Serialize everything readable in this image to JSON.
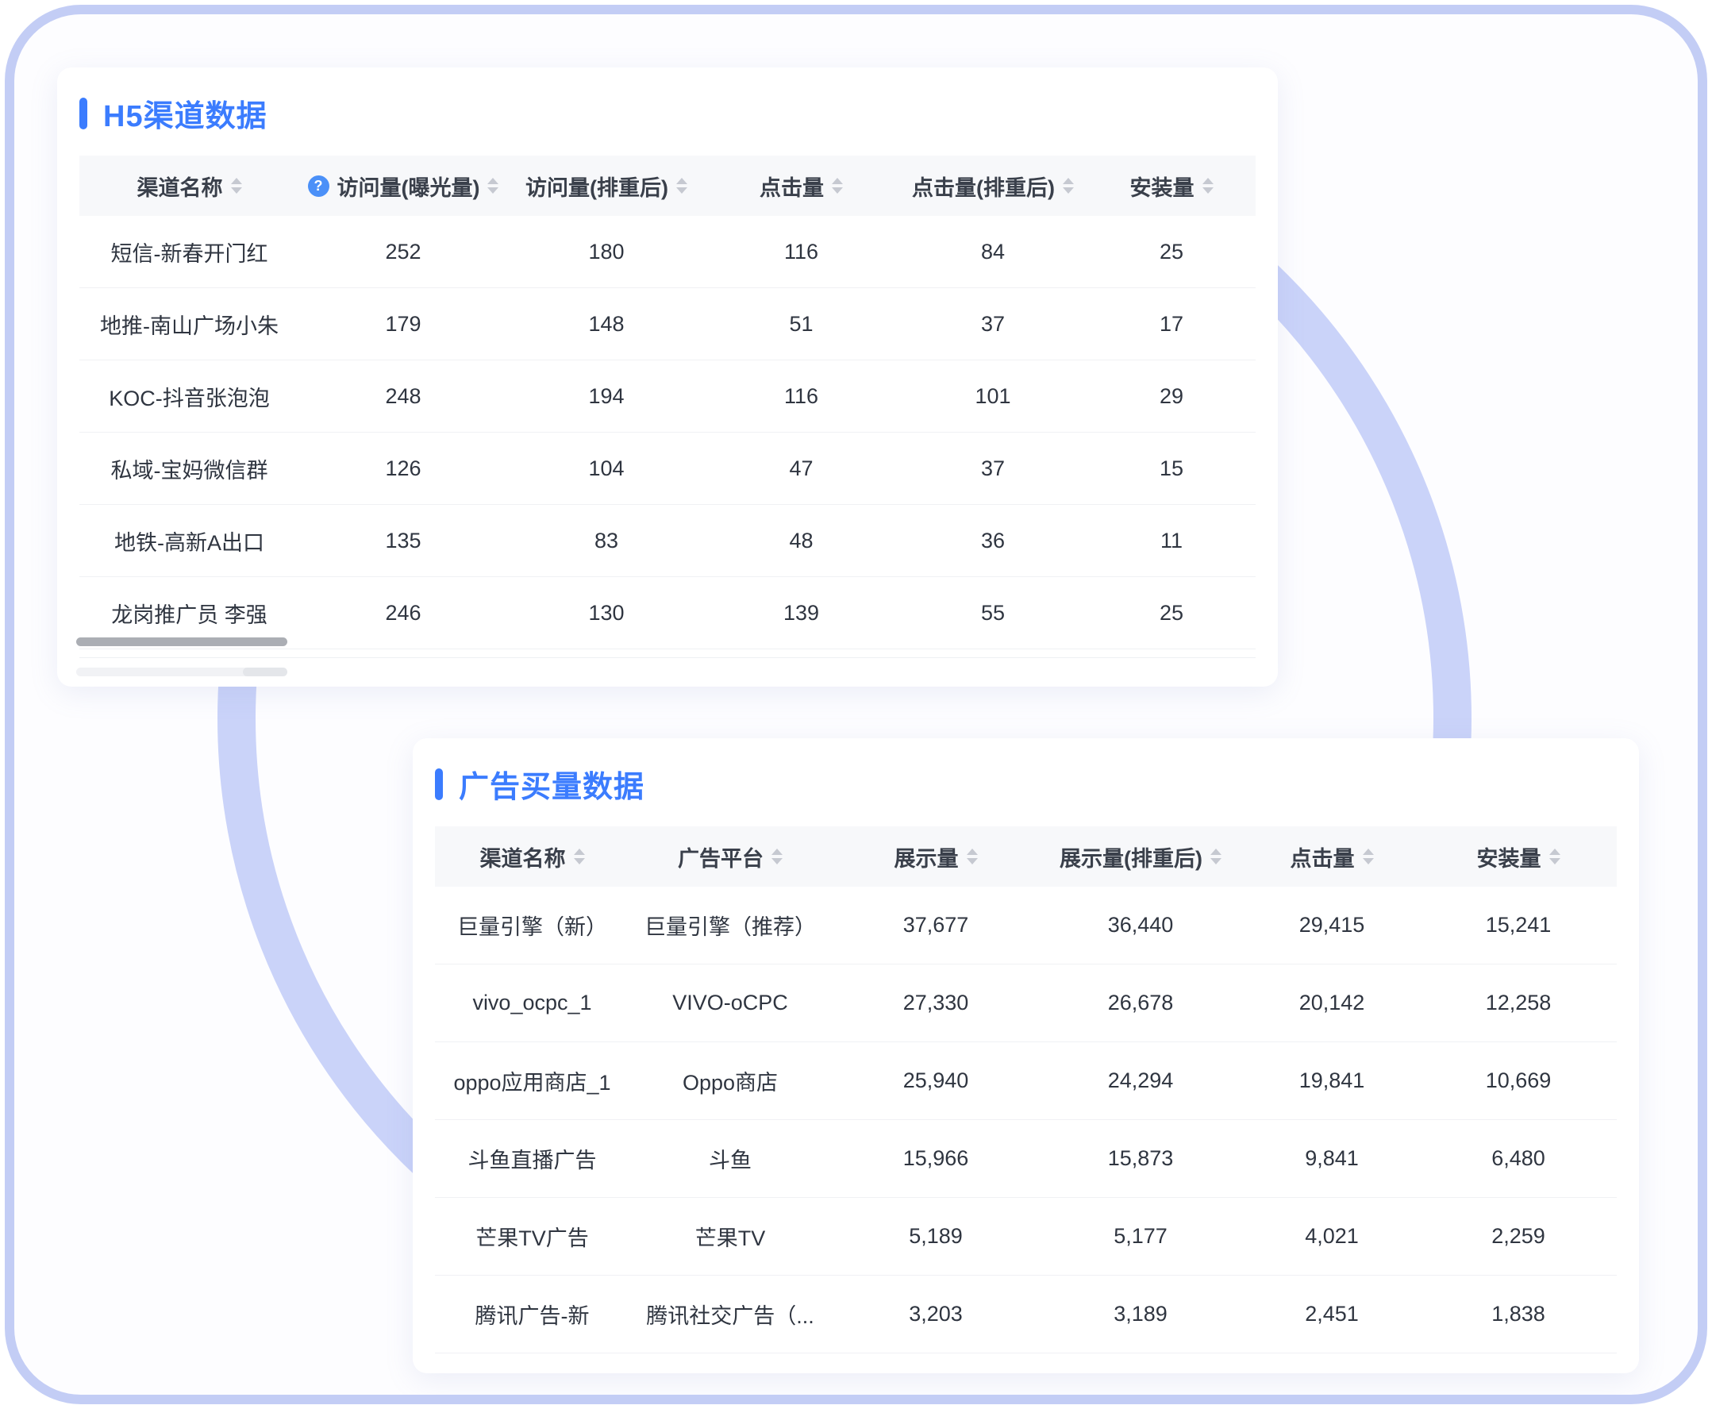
{
  "colors": {
    "accent_blue": "#3B7CFE",
    "ring_lavender": "#CAD3F9",
    "frame_border": "#C3CDF5",
    "header_bg": "#F7F8FA",
    "help_icon_bg": "#4B90F8",
    "scrollbar_thumb": "#ABAEB4"
  },
  "icons": {
    "help_glyph": "?"
  },
  "cards": [
    {
      "title": "H5渠道数据",
      "columns": [
        {
          "label": "渠道名称",
          "sortable": true
        },
        {
          "label": "访问量(曝光量)",
          "sortable": true,
          "help": true
        },
        {
          "label": "访问量(排重后)",
          "sortable": true
        },
        {
          "label": "点击量",
          "sortable": true
        },
        {
          "label": "点击量(排重后)",
          "sortable": true
        },
        {
          "label": "安装量",
          "sortable": true
        }
      ],
      "rows": [
        [
          "短信-新春开门红",
          "252",
          "180",
          "116",
          "84",
          "25"
        ],
        [
          "地推-南山广场小朱",
          "179",
          "148",
          "51",
          "37",
          "17"
        ],
        [
          "KOC-抖音张泡泡",
          "248",
          "194",
          "116",
          "101",
          "29"
        ],
        [
          "私域-宝妈微信群",
          "126",
          "104",
          "47",
          "37",
          "15"
        ],
        [
          "地铁-高新A出口",
          "135",
          "83",
          "48",
          "36",
          "11"
        ],
        [
          "龙岗推广员 李强",
          "246",
          "130",
          "139",
          "55",
          "25"
        ]
      ]
    },
    {
      "title": "广告买量数据",
      "columns": [
        {
          "label": "渠道名称",
          "sortable": true
        },
        {
          "label": "广告平台",
          "sortable": true
        },
        {
          "label": "展示量",
          "sortable": true
        },
        {
          "label": "展示量(排重后)",
          "sortable": true
        },
        {
          "label": "点击量",
          "sortable": true
        },
        {
          "label": "安装量",
          "sortable": true
        }
      ],
      "rows": [
        [
          "巨量引擎（新）",
          "巨量引擎（推荐）",
          "37,677",
          "36,440",
          "29,415",
          "15,241"
        ],
        [
          "vivo_ocpc_1",
          "VIVO-oCPC",
          "27,330",
          "26,678",
          "20,142",
          "12,258"
        ],
        [
          "oppo应用商店_1",
          "Oppo商店",
          "25,940",
          "24,294",
          "19,841",
          "10,669"
        ],
        [
          "斗鱼直播广告",
          "斗鱼",
          "15,966",
          "15,873",
          "9,841",
          "6,480"
        ],
        [
          "芒果TV广告",
          "芒果TV",
          "5,189",
          "5,177",
          "4,021",
          "2,259"
        ],
        [
          "腾讯广告-新",
          "腾讯社交广告（...",
          "3,203",
          "3,189",
          "2,451",
          "1,838"
        ]
      ]
    }
  ]
}
